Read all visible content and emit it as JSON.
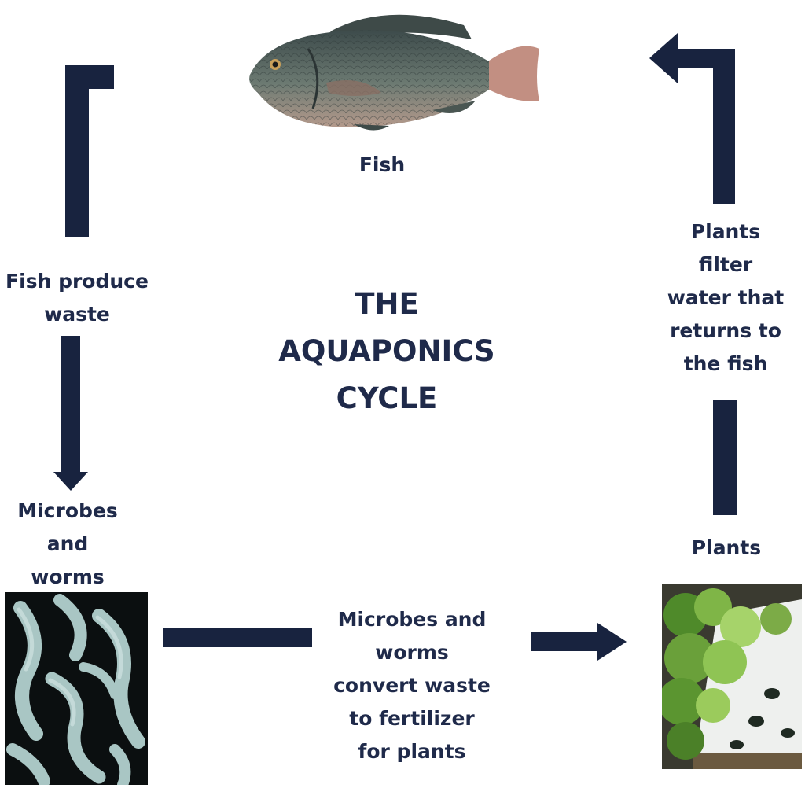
{
  "title": "THE\nAQUAPONICS\nCYCLE",
  "nodes": {
    "fish": "Fish",
    "microbes": "Microbes\nand\nworms",
    "plants": "Plants"
  },
  "steps": {
    "fish_waste": "Fish produce\nwaste",
    "convert": "Microbes and\nworms\nconvert waste\nto fertilizer\nfor plants",
    "filter": "Plants\nfilter\nwater that\nreturns to\nthe fish"
  },
  "colors": {
    "text": "#1f2a4a",
    "arrow": "#18233f"
  },
  "images": {
    "fish": "fish-photo",
    "microbes": "microbe-micrograph",
    "plants": "lettuce-raft-photo"
  }
}
